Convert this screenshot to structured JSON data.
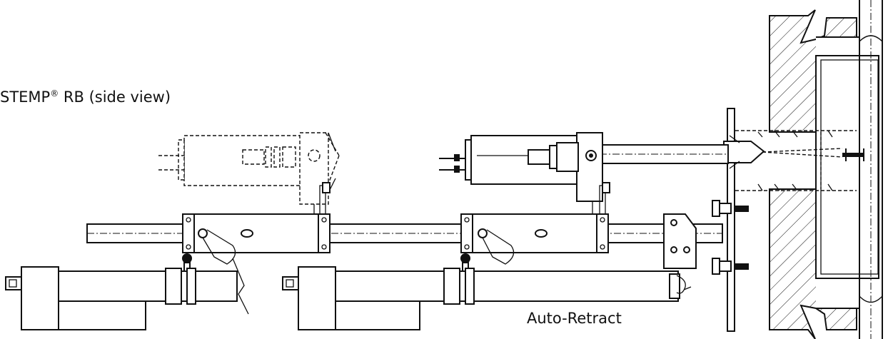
{
  "title": {
    "main": "STEMP",
    "mark": "®",
    "rest": " RB (side view)"
  },
  "label_auto_retract": "Auto-Retract"
}
